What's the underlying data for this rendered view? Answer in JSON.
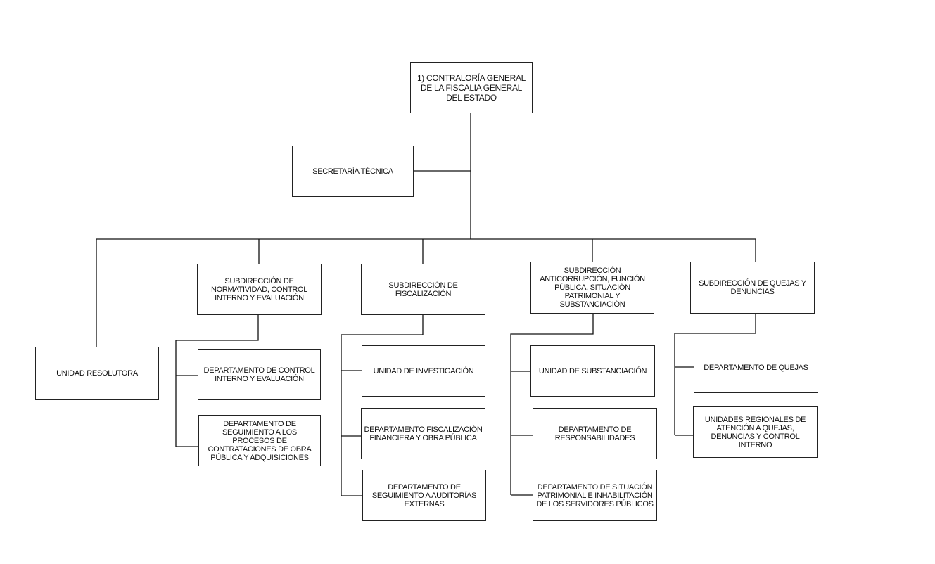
{
  "root": "1) CONTRALORÍA GENERAL DE LA FISCALIA GENERAL DEL ESTADO",
  "secretaria": "SECRETARÍA TÉCNICA",
  "unidad_resolutora": "UNIDAD RESOLUTORA",
  "subdirecciones": [
    {
      "label": "SUBDIRECCIÓN DE NORMATIVIDAD, CONTROL INTERNO Y EVALUACIÓN",
      "children": [
        "DEPARTAMENTO DE CONTROL INTERNO Y EVALUACIÓN",
        "DEPARTAMENTO DE SEGUIMIENTO A LOS PROCESOS DE CONTRATACIONES DE OBRA PÚBLICA Y ADQUISICIONES"
      ]
    },
    {
      "label": "SUBDIRECCIÓN DE FISCALIZACIÓN",
      "children": [
        "UNIDAD DE INVESTIGACIÓN",
        "DEPARTAMENTO FISCALIZACIÓN FINANCIERA Y OBRA PÚBLICA",
        "DEPARTAMENTO DE SEGUIMIENTO A AUDITORÍAS EXTERNAS"
      ]
    },
    {
      "label": "SUBDIRECCIÓN ANTICORRUPCIÓN, FUNCIÓN PÚBLICA, SITUACIÓN PATRIMONIAL Y SUBSTANCIACIÓN",
      "children": [
        "UNIDAD DE SUBSTANCIACIÓN",
        "DEPARTAMENTO DE RESPONSABILIDADES",
        "DEPARTAMENTO DE SITUACIÓN PATRIMONIAL E INHABILITACIÓN DE LOS SERVIDORES PÚBLICOS"
      ]
    },
    {
      "label": "SUBDIRECCIÓN DE QUEJAS Y DENUNCIAS",
      "children": [
        "DEPARTAMENTO DE QUEJAS",
        "UNIDADES REGIONALES DE ATENCIÓN A QUEJAS, DENUNCIAS Y CONTROL INTERNO"
      ]
    }
  ]
}
